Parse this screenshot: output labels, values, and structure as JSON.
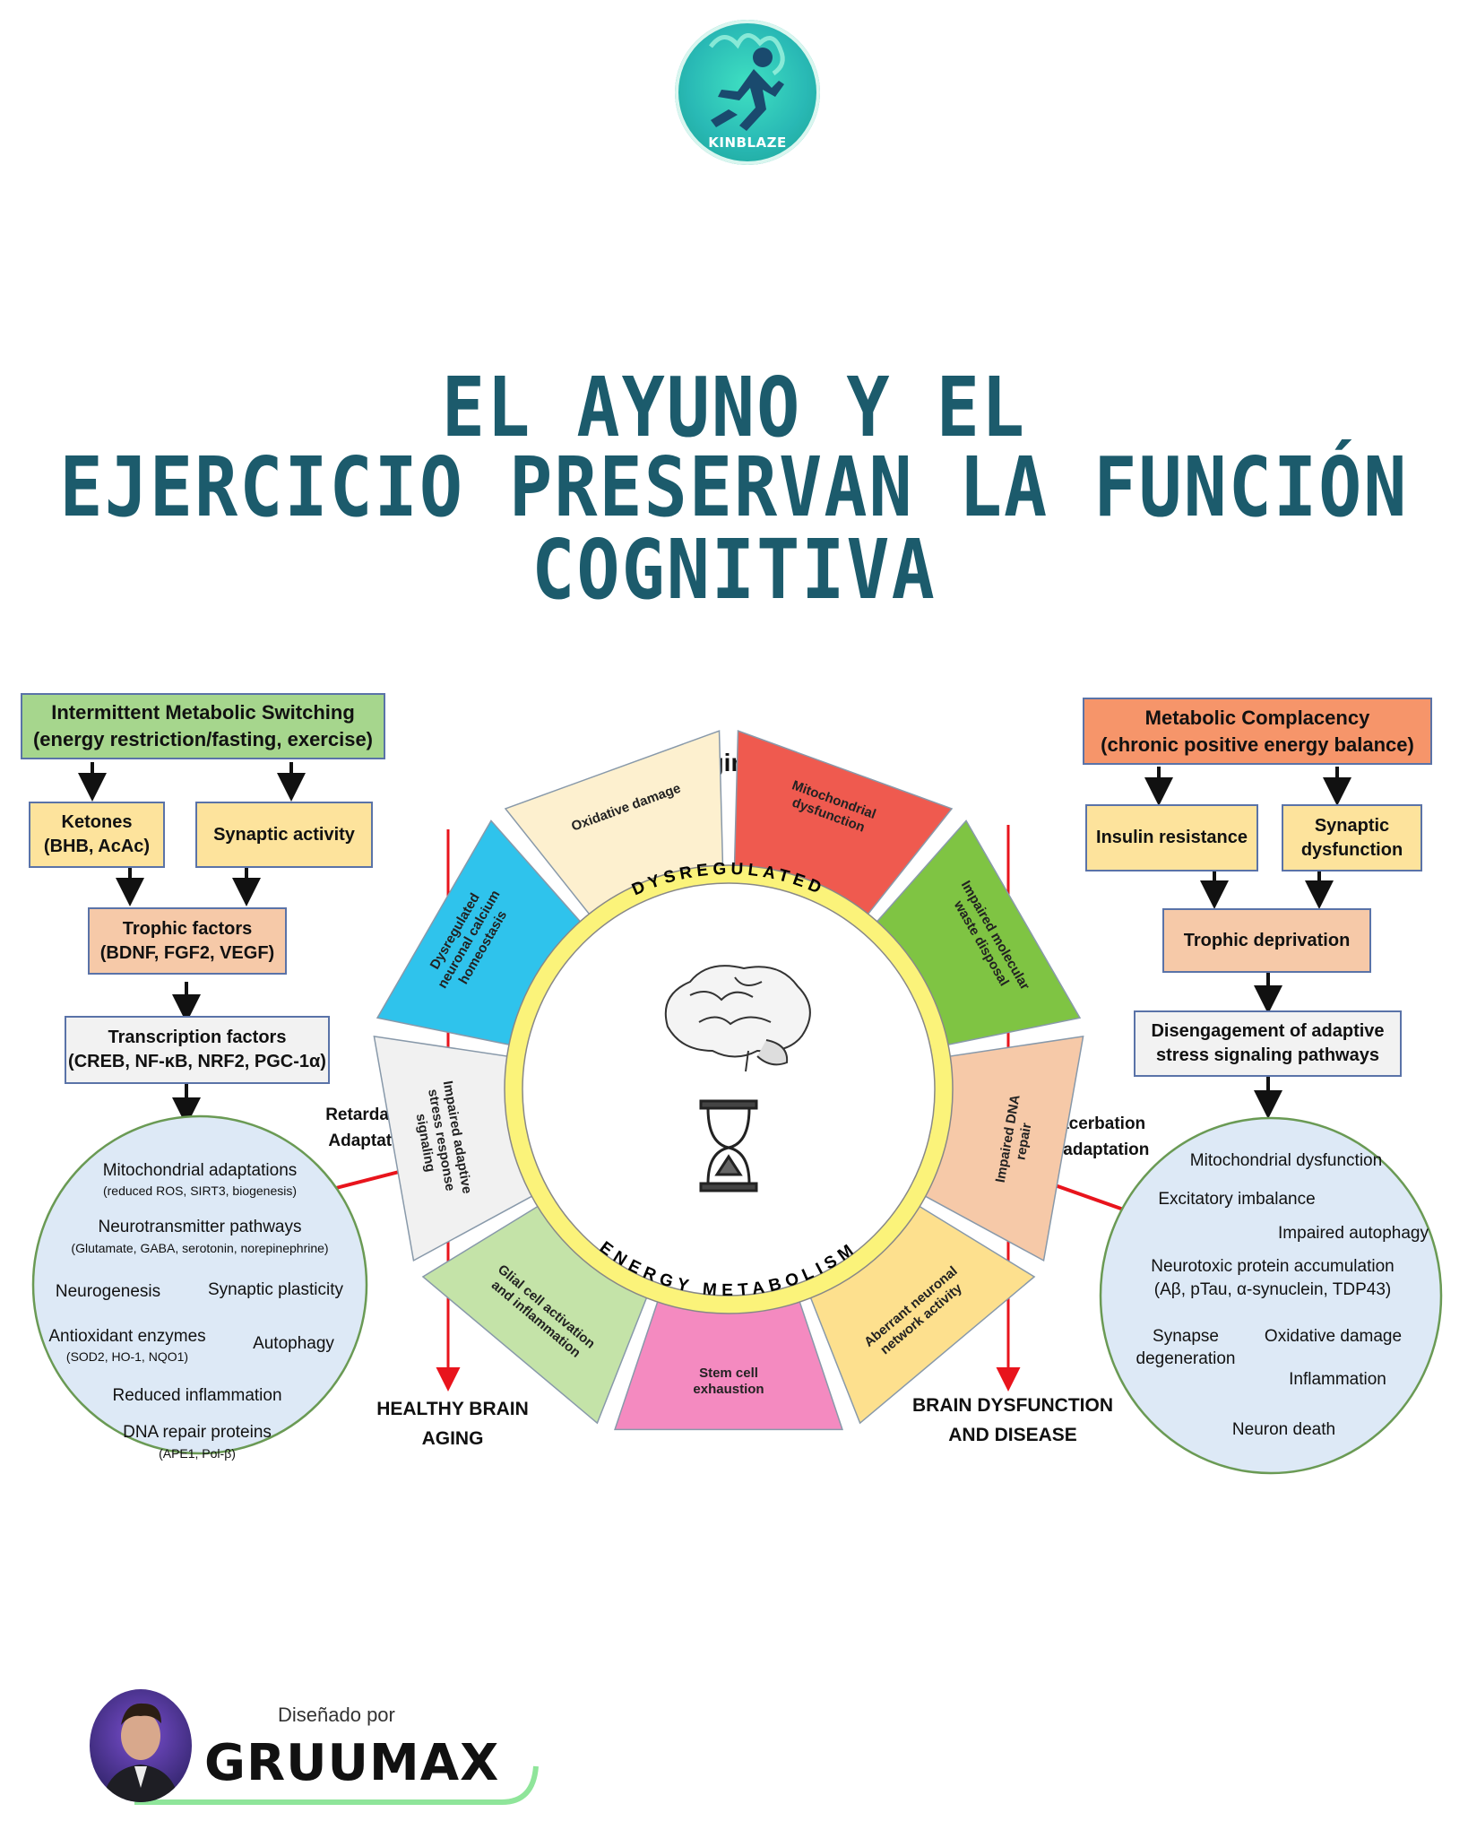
{
  "logo": {
    "text": "KINBLAZE",
    "accent": "#2fc7b5"
  },
  "title": {
    "line1": "EL AYUNO Y EL",
    "line2": "EJERCICIO PRESERVAN LA FUNCIÓN COGNITIVA",
    "color": "#1c5b6c"
  },
  "left": {
    "top_box": {
      "line1": "Intermittent Metabolic Switching",
      "line2": "(energy restriction/fasting, exercise)"
    },
    "ketones": {
      "line1": "Ketones",
      "line2": "(BHB, AcAc)"
    },
    "synaptic": "Synaptic activity",
    "trophic": {
      "line1": "Trophic factors",
      "line2": "(BDNF, FGF2, VEGF)"
    },
    "transcription": {
      "line1": "Transcription factors",
      "line2": "(CREB, NF-κB, NRF2, PGC-1α)"
    },
    "arrow_label": {
      "line1": "Retardation",
      "line2": "Adaptation"
    },
    "outcome": {
      "line1": "HEALTHY BRAIN",
      "line2": "AGING"
    },
    "circle": {
      "mito": "Mitochondrial adaptations",
      "mito_sub": "(reduced ROS, SIRT3, biogenesis)",
      "neuro": "Neurotransmitter pathways",
      "neuro_sub": "(Glutamate, GABA, serotonin, norepinephrine)",
      "neurogenesis": "Neurogenesis",
      "plasticity": "Synaptic plasticity",
      "antioxidant": "Antioxidant enzymes",
      "antioxidant_sub": "(SOD2, HO-1, NQO1)",
      "autophagy": "Autophagy",
      "inflammation": "Reduced inflammation",
      "dna": "DNA repair proteins",
      "dna_sub": "(APE1, Pol-β)"
    }
  },
  "right": {
    "top_box": {
      "line1": "Metabolic Complacency",
      "line2": "(chronic positive energy balance)"
    },
    "insulin": "Insulin resistance",
    "synaptic": {
      "line1": "Synaptic",
      "line2": "dysfunction"
    },
    "trophic": "Trophic deprivation",
    "disengagement": {
      "line1": "Disengagement of adaptive",
      "line2": "stress signaling pathways"
    },
    "arrow_label": {
      "line1": "Exacerbation",
      "line2": "Maladaptation"
    },
    "outcome": {
      "line1": "BRAIN DYSFUNCTION",
      "line2": "AND DISEASE"
    },
    "circle": {
      "mito": "Mitochondrial dysfunction",
      "excitatory": "Excitatory imbalance",
      "autophagy": "Impaired autophagy",
      "neurotoxic": "Neurotoxic protein accumulation",
      "neurotoxic_sub": "(Aβ, pTau, α-synuclein, TDP43)",
      "synapse": "Synapse",
      "degeneration": "degeneration",
      "oxidative": "Oxidative damage",
      "inflammation": "Inflammation",
      "neuron_death": "Neuron death"
    }
  },
  "wheel": {
    "title": "Aging",
    "ring_top": "DYSREGULATED",
    "ring_bottom": "ENERGY METABOLISM",
    "segments": [
      {
        "l1": "Oxidative damage",
        "l2": "",
        "l3": "",
        "color": "#fdf0cf"
      },
      {
        "l1": "Mitochondrial",
        "l2": "dysfunction",
        "l3": "",
        "color": "#ef5a4f"
      },
      {
        "l1": "Impaired molecular",
        "l2": "waste disposal",
        "l3": "",
        "color": "#7fc443"
      },
      {
        "l1": "Impaired DNA",
        "l2": "repair",
        "l3": "",
        "color": "#f6c9a8"
      },
      {
        "l1": "Aberrant neuronal",
        "l2": "network activity",
        "l3": "",
        "color": "#fde08e"
      },
      {
        "l1": "Stem cell",
        "l2": "exhaustion",
        "l3": "",
        "color": "#f48ac0"
      },
      {
        "l1": "Glial cell activation",
        "l2": "and inflammation",
        "l3": "",
        "color": "#c4e3a8"
      },
      {
        "l1": "Impaired adaptive",
        "l2": "stress response",
        "l3": "signaling",
        "color": "#f1f1f1"
      },
      {
        "l1": "Dysregulated",
        "l2": "neuronal calcium",
        "l3": "homeostasis",
        "color": "#2fc3ec"
      }
    ]
  },
  "footer": {
    "designed": "Diseñado por",
    "brand": "GRUUMAX"
  }
}
